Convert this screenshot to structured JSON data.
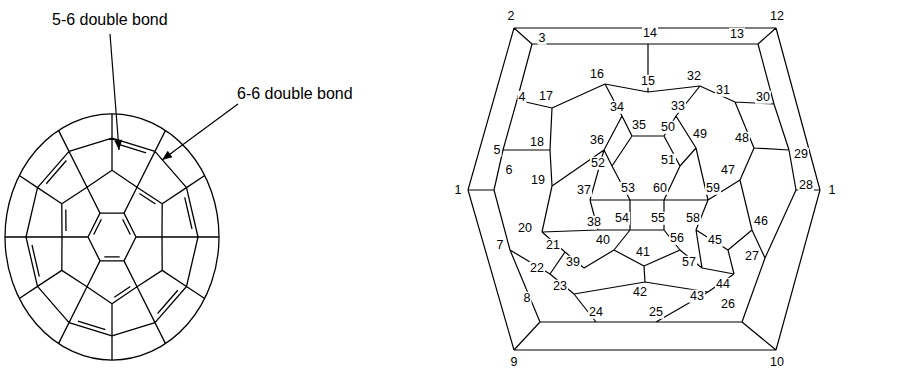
{
  "diagram": {
    "labels": [
      "5-6 double bond",
      "6-6 double bond",
      "1",
      "1",
      "2",
      "3",
      "4",
      "5",
      "6",
      "7",
      "8",
      "9",
      "10",
      "12",
      "13",
      "14",
      "15",
      "16",
      "17",
      "18",
      "19",
      "20",
      "21",
      "22",
      "23",
      "24",
      "25",
      "26",
      "27",
      "28",
      "29",
      "30",
      "31",
      "32",
      "33",
      "34",
      "35",
      "36",
      "37",
      "38",
      "39",
      "40",
      "41",
      "42",
      "43",
      "44",
      "45",
      "46",
      "47",
      "48",
      "49",
      "50",
      "51",
      "52",
      "53",
      "54",
      "55",
      "56",
      "57",
      "58",
      "59",
      "60"
    ]
  }
}
